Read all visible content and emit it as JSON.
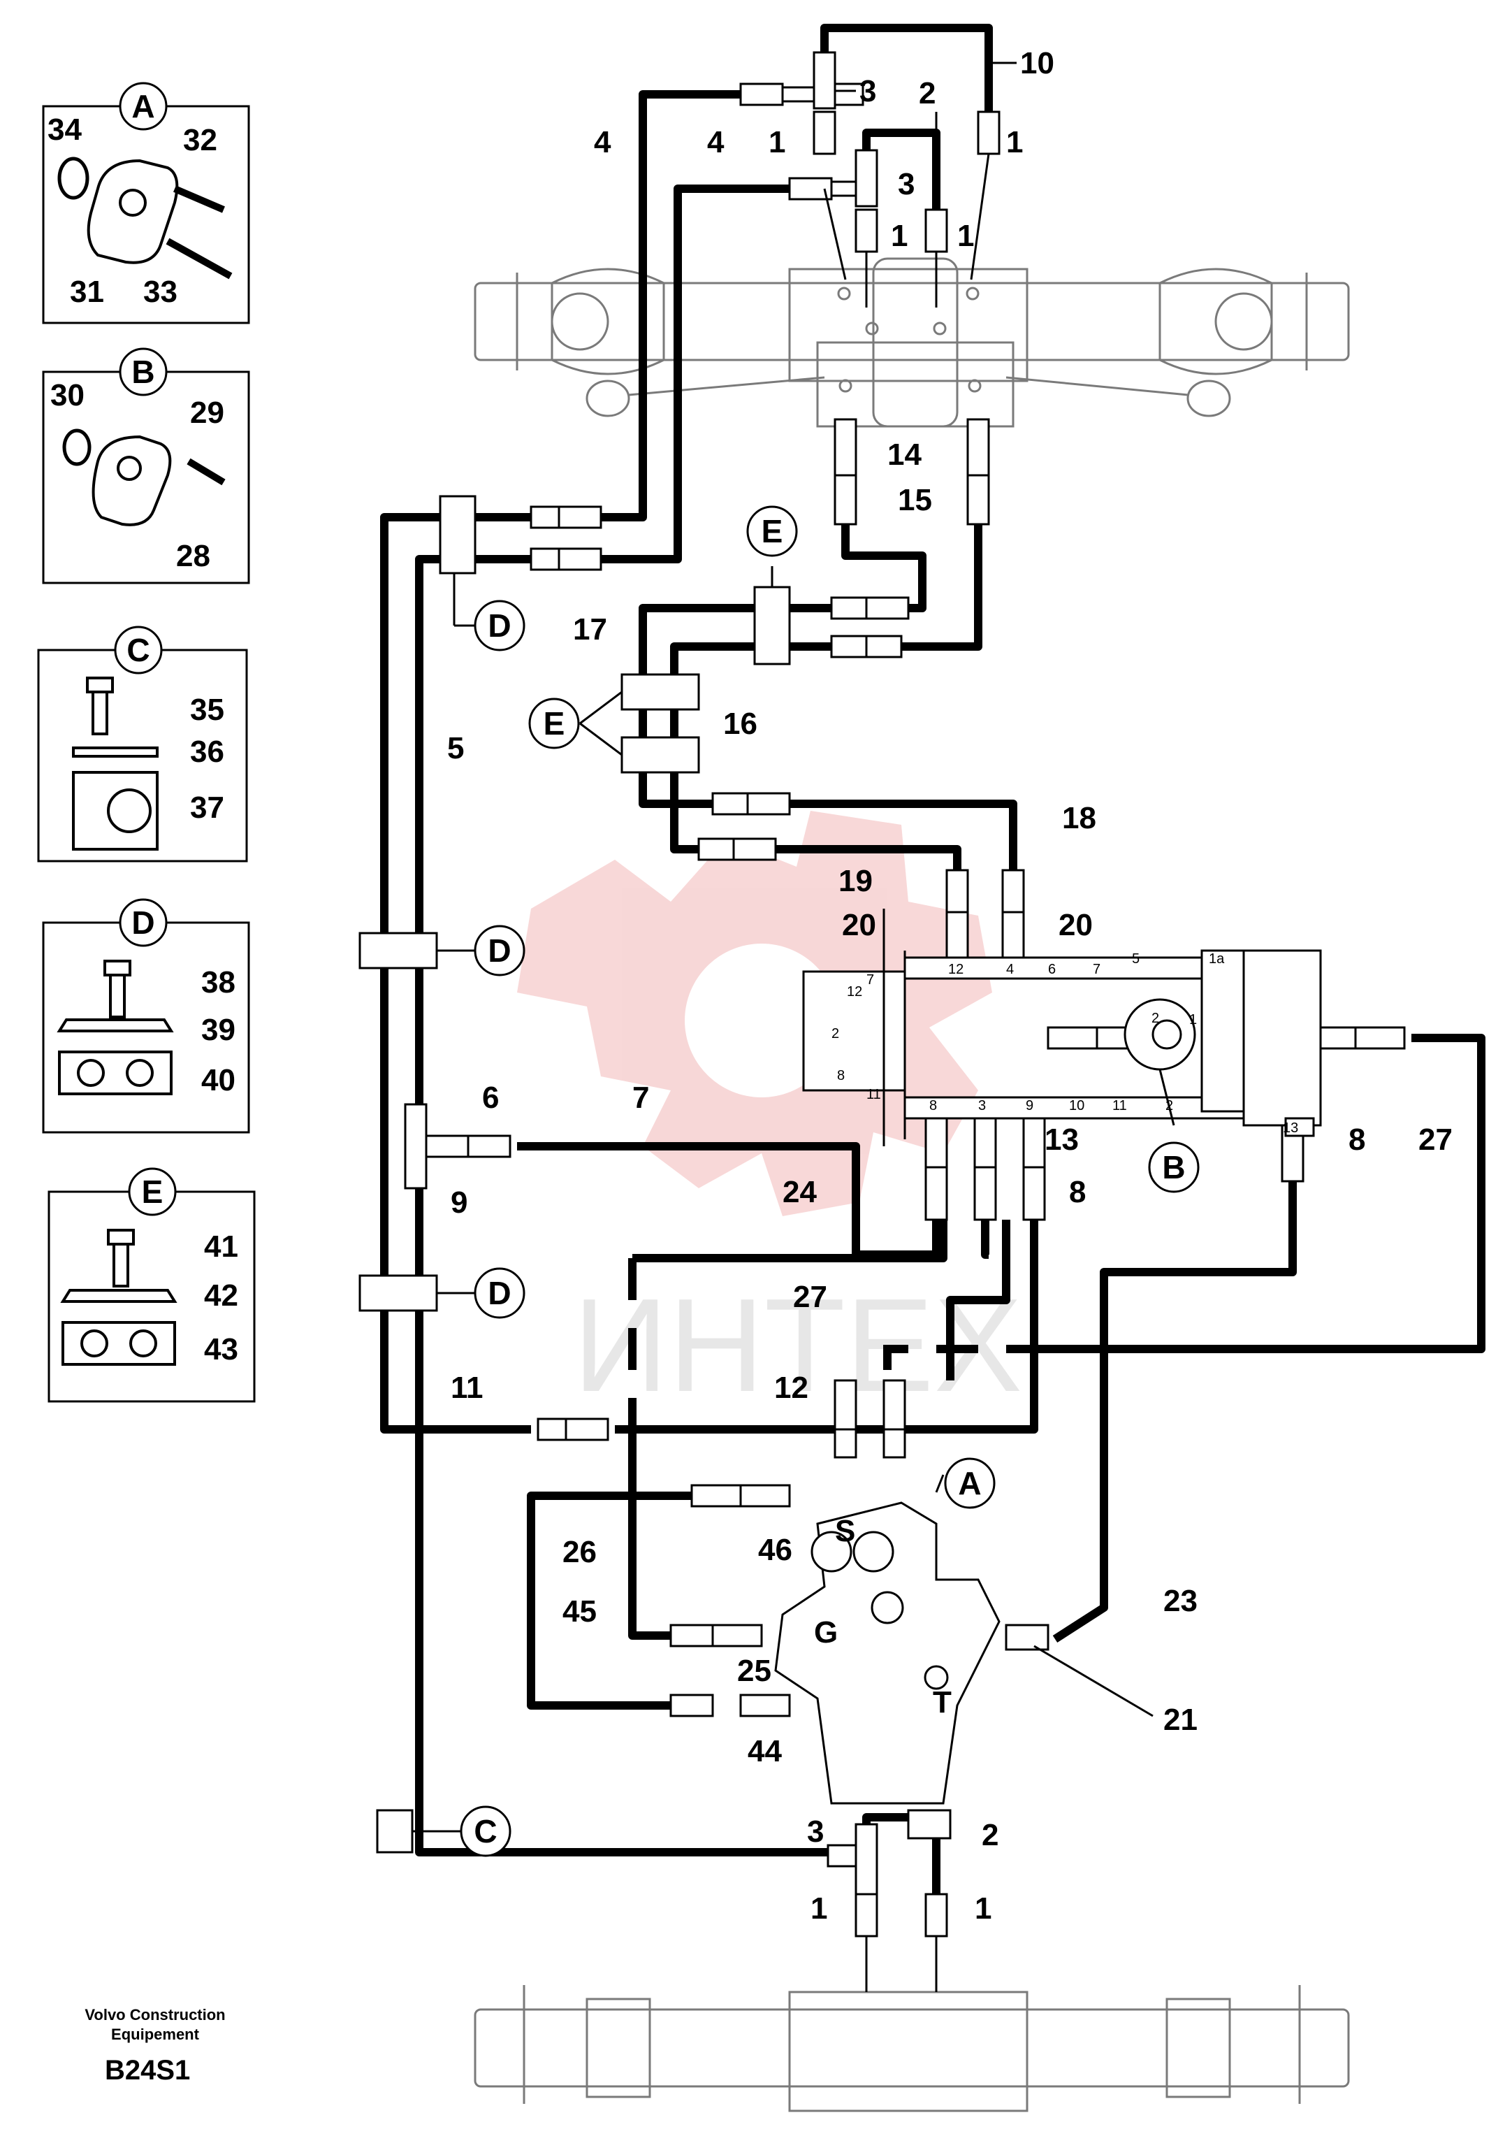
{
  "detail_groups": [
    {
      "letter": "A",
      "parts": [
        "34",
        "32",
        "31",
        "33"
      ]
    },
    {
      "letter": "B",
      "parts": [
        "30",
        "29",
        "28"
      ]
    },
    {
      "letter": "C",
      "parts": [
        "35",
        "36",
        "37"
      ]
    },
    {
      "letter": "D",
      "parts": [
        "38",
        "39",
        "40"
      ]
    },
    {
      "letter": "E",
      "parts": [
        "41",
        "42",
        "43"
      ]
    }
  ],
  "callouts": {
    "A": "A",
    "B": "B",
    "C": "C",
    "D": "D",
    "E": "E"
  },
  "parts": {
    "p1": "1",
    "p2": "2",
    "p3": "3",
    "p4": "4",
    "p5": "5",
    "p6": "6",
    "p7": "7",
    "p8": "8",
    "p9": "9",
    "p10": "10",
    "p11": "11",
    "p12": "12",
    "p13": "13",
    "p14": "14",
    "p15": "15",
    "p16": "16",
    "p17": "17",
    "p18": "18",
    "p19": "19",
    "p20": "20",
    "p21": "21",
    "p23": "23",
    "p24": "24",
    "p25": "25",
    "p26": "26",
    "p27": "27",
    "p44": "44",
    "p45": "45",
    "p46": "46"
  },
  "valve_ports": {
    "top": [
      "12",
      "4",
      "6",
      "7",
      "5",
      "1a"
    ],
    "bottom": [
      "8",
      "3",
      "9",
      "10",
      "11",
      "2"
    ],
    "side": [
      "13"
    ],
    "left_block": [
      "7",
      "12",
      "2",
      "8",
      "11"
    ],
    "rotor": [
      "2",
      "1"
    ]
  },
  "motor_ports": {
    "suction": "S",
    "gauge": "G",
    "tank": "T"
  },
  "brand": {
    "line1": "Volvo Construction",
    "line2": "Equipement"
  },
  "drawing_code": "B24S1",
  "watermark_text": "ИНТЕХ",
  "colors": {
    "watermark": "#f2b8b8",
    "line": "#000000"
  }
}
